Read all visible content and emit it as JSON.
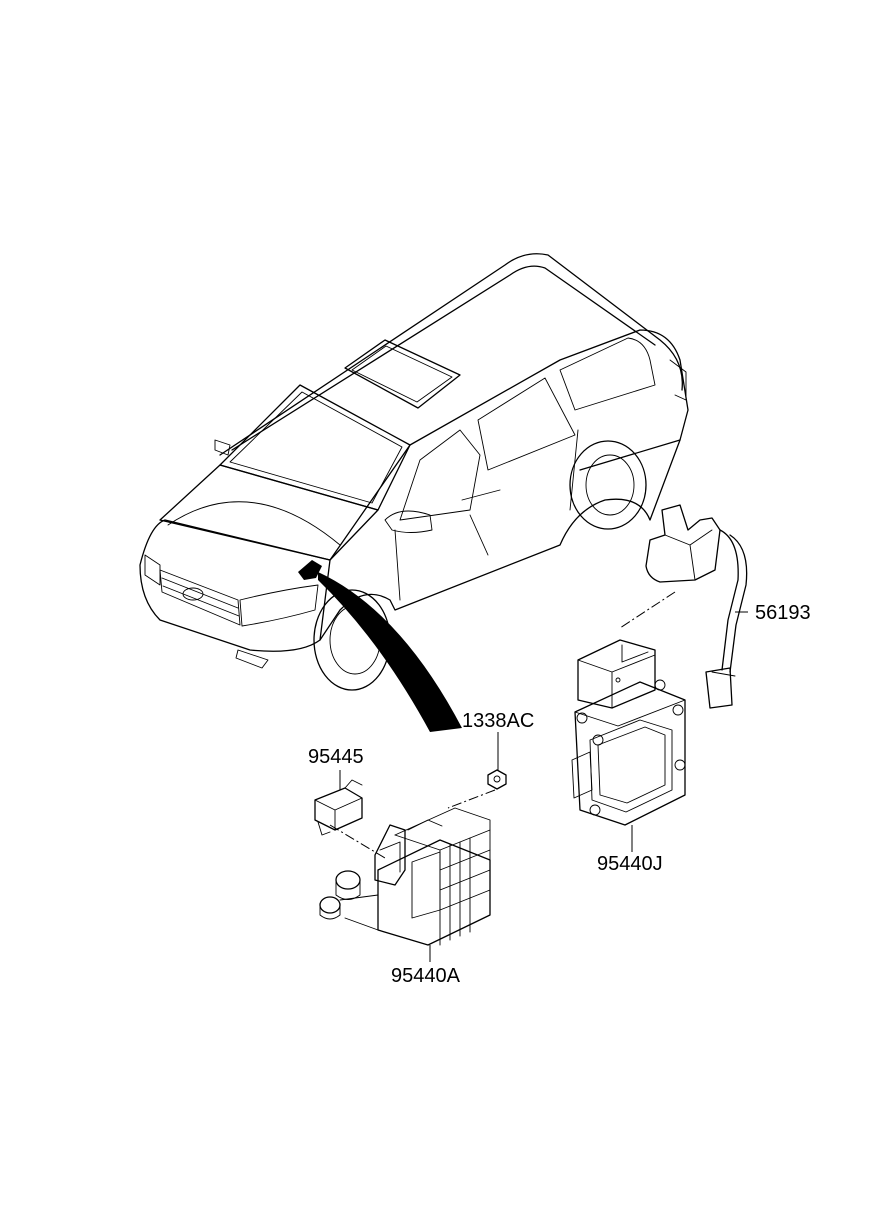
{
  "parts": [
    {
      "id": "56193",
      "label": "56193"
    },
    {
      "id": "1338AC",
      "label": "1338AC"
    },
    {
      "id": "95445",
      "label": "95445"
    },
    {
      "id": "95440J",
      "label": "95440J"
    },
    {
      "id": "95440A",
      "label": "95440A"
    }
  ]
}
